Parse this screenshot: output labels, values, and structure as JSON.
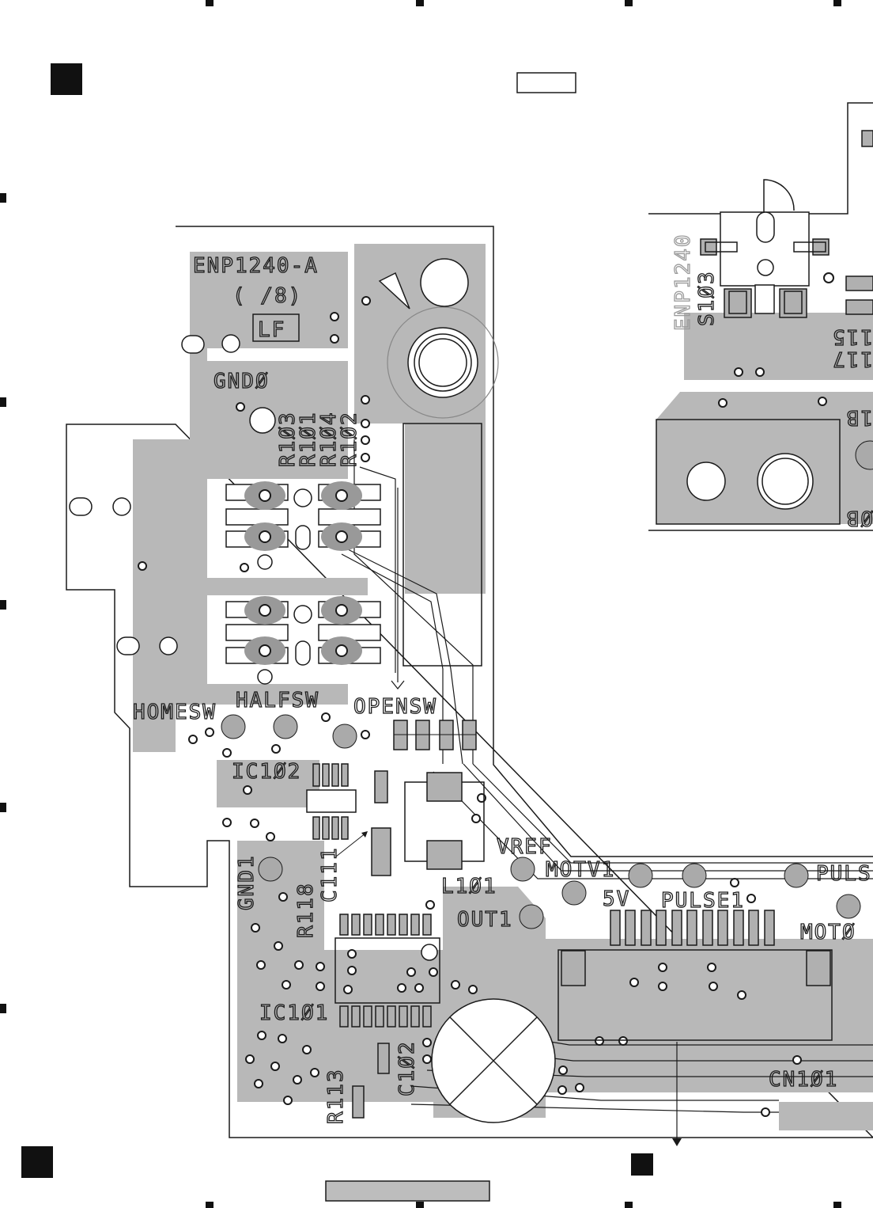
{
  "board": {
    "part_number": "ENP1240-A",
    "sub_code": "( /8)",
    "lead_free_mark": "LF",
    "side_part_number": "ENP1240"
  },
  "labels": {
    "gnd0": "GNDØ",
    "r103": "R1Ø3",
    "r101": "R1Ø1",
    "r104": "R1Ø4",
    "r102": "R1Ø2",
    "homesw": "HOMESW",
    "halfsw": "HALFSW",
    "opensw": "OPENSW",
    "ic102": "IC1Ø2",
    "gnd1": "GND1",
    "r118": "R118",
    "c111": "C111",
    "l101": "L1Ø1",
    "vref": "VREF",
    "motv1": "MOTV1",
    "five_v": "5V",
    "pulse1": "PULSE1",
    "pulse_cut": "PULS",
    "out1": "OUT1",
    "mot0": "MOTØ",
    "ic101": "IC1Ø1",
    "r113": "R113",
    "c102": "C1Ø2",
    "cn101": "CN1Ø1",
    "s103": "S1Ø3",
    "side_115": "115",
    "side_117": "117",
    "side_1b": "1B",
    "side_0b": "ØB"
  },
  "colors": {
    "copper": "#b8b8b8",
    "outline": "#1a1a1a",
    "silkscreen_grey": "#9a9a9a"
  }
}
